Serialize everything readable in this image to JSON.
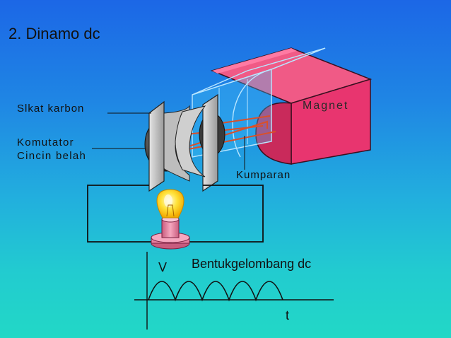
{
  "slide": {
    "title": "2. Dinamo dc"
  },
  "labels": {
    "slikat_karbon": "Slkat karbon",
    "komutator": "Komutator",
    "cincin_belah": "Cincin belah",
    "kumparan": "Kumparan",
    "magnet": "Magnet"
  },
  "graph": {
    "y_label": "V",
    "x_label": "t",
    "caption": "Bentukgelombang dc"
  },
  "colors": {
    "magnet": "#e8356f",
    "coil": "#d9502a",
    "brush": "#c9c9c9",
    "bulb": "#ffe23a",
    "bulb_base": "#e77fa0"
  },
  "icons": {
    "lamp": "light-bulb-icon"
  }
}
